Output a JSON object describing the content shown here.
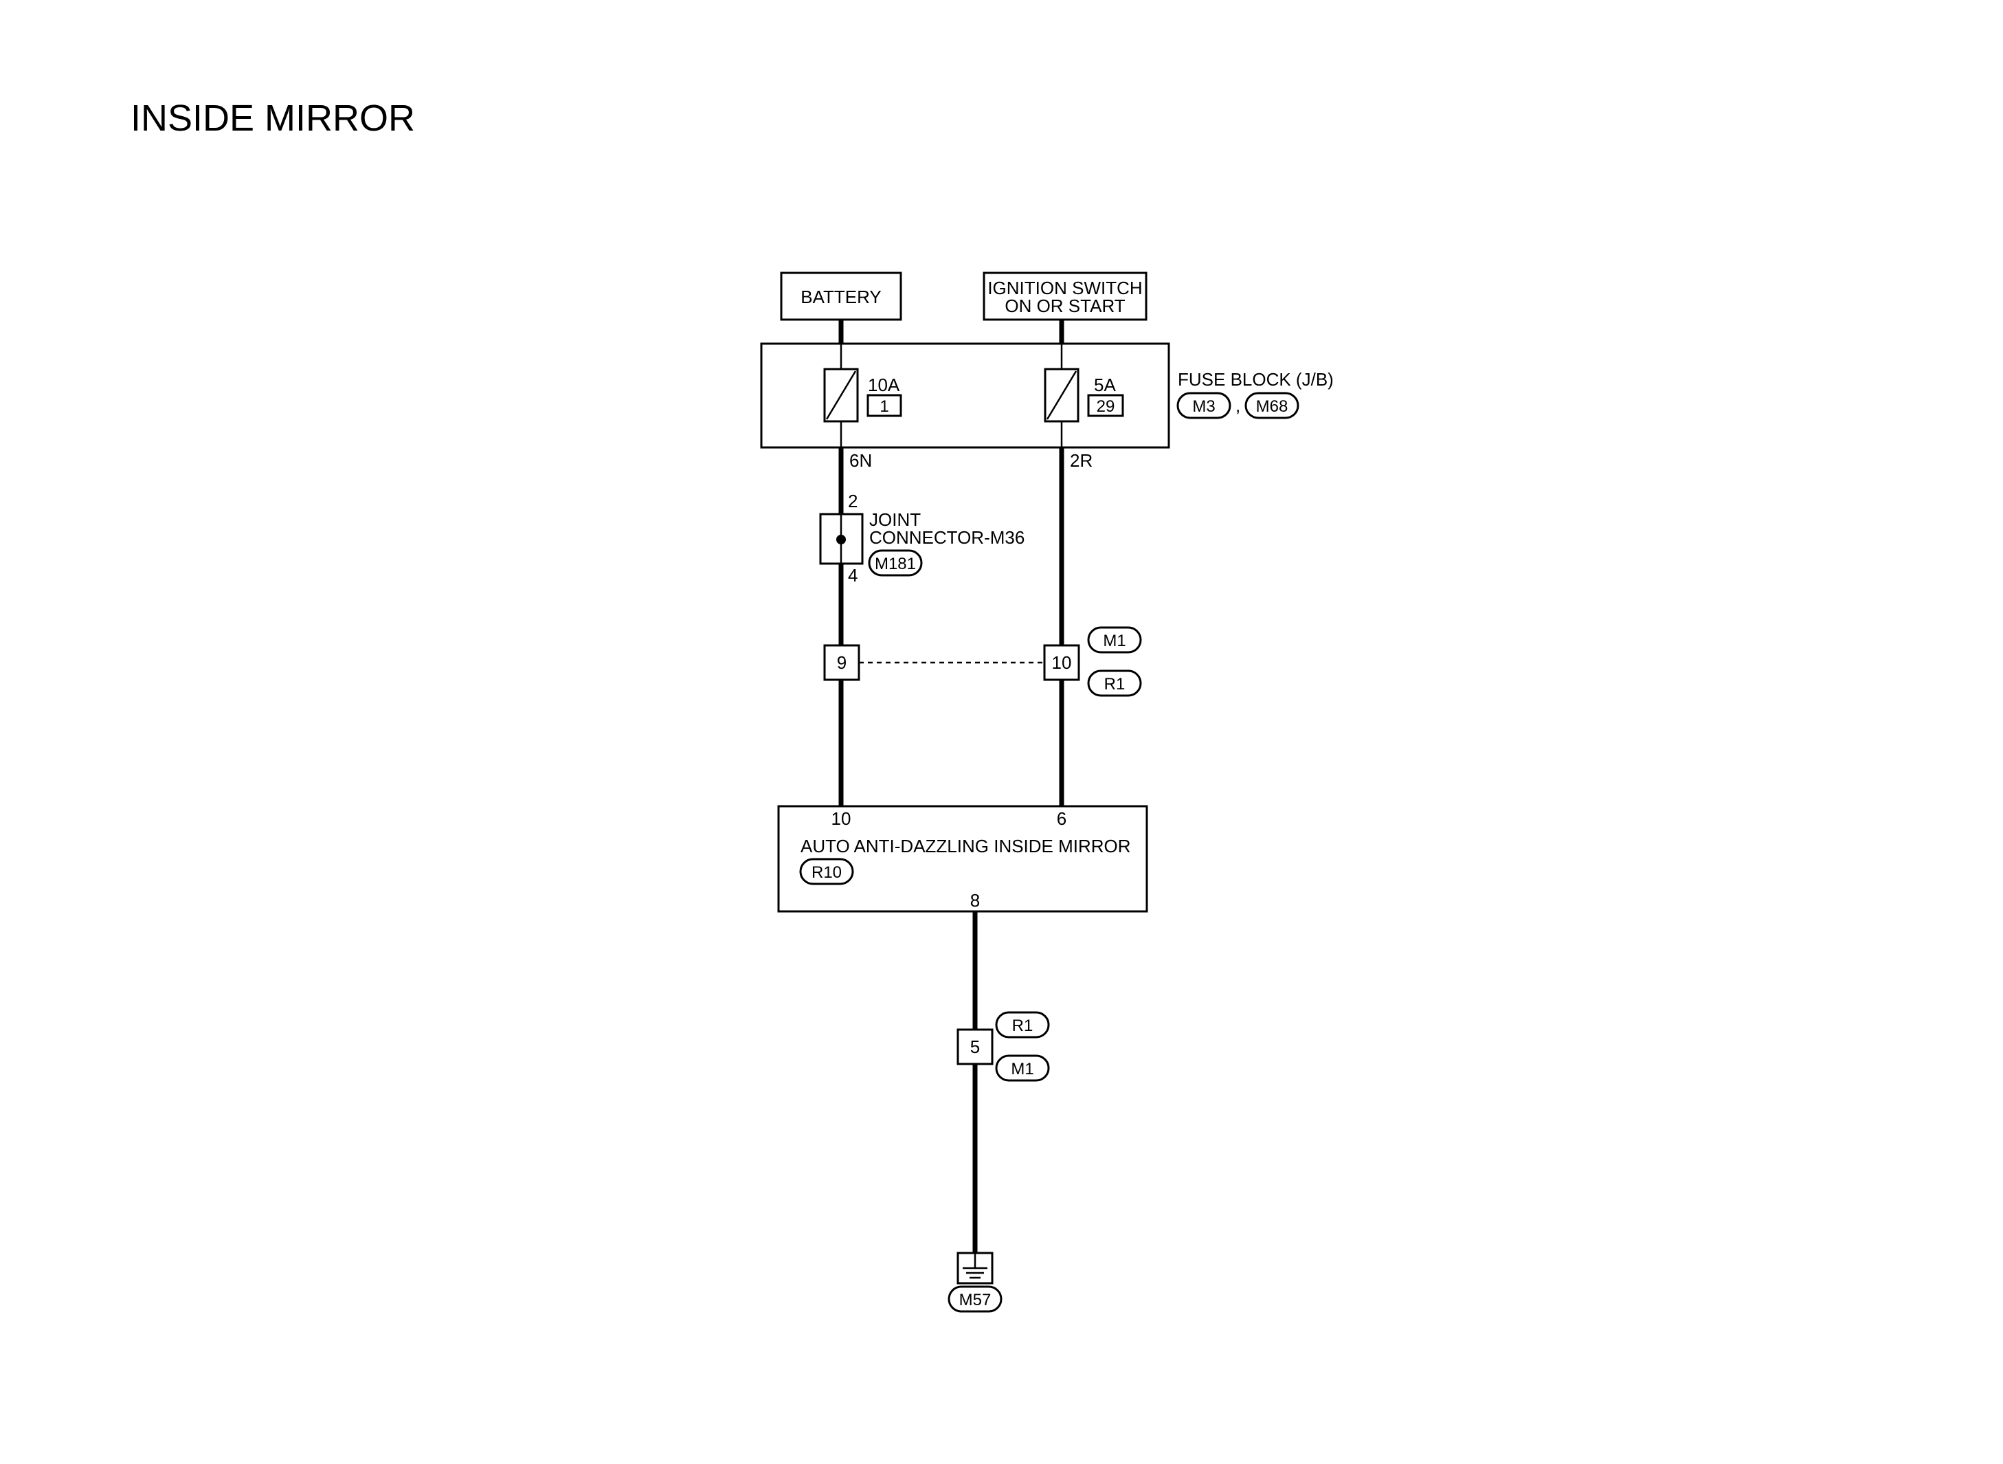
{
  "title": "INSIDE MIRROR",
  "battery": {
    "label": "BATTERY"
  },
  "ignition": {
    "line1": "IGNITION SWITCH",
    "line2": "ON OR START"
  },
  "fuse_block": {
    "label": "FUSE BLOCK (J/B)",
    "connectors": [
      "M3",
      "M68"
    ],
    "separator": ",",
    "fuse_left": {
      "rating": "10A",
      "number": "1",
      "terminal": "6N"
    },
    "fuse_right": {
      "rating": "5A",
      "number": "29",
      "terminal": "2R"
    }
  },
  "joint_connector": {
    "line1": "JOINT",
    "line2": "CONNECTOR-M36",
    "connector": "M181",
    "pin_top": "2",
    "pin_bottom": "4"
  },
  "harness_upper": {
    "pin_left": "9",
    "pin_right": "10",
    "connector_top": "M1",
    "connector_bottom": "R1"
  },
  "mirror": {
    "label": "AUTO ANTI-DAZZLING INSIDE MIRROR",
    "connector": "R10",
    "pin_left": "10",
    "pin_right": "6",
    "pin_bottom": "8"
  },
  "harness_lower": {
    "pin": "5",
    "connector_top": "R1",
    "connector_bottom": "M1"
  },
  "ground": {
    "connector": "M57"
  }
}
